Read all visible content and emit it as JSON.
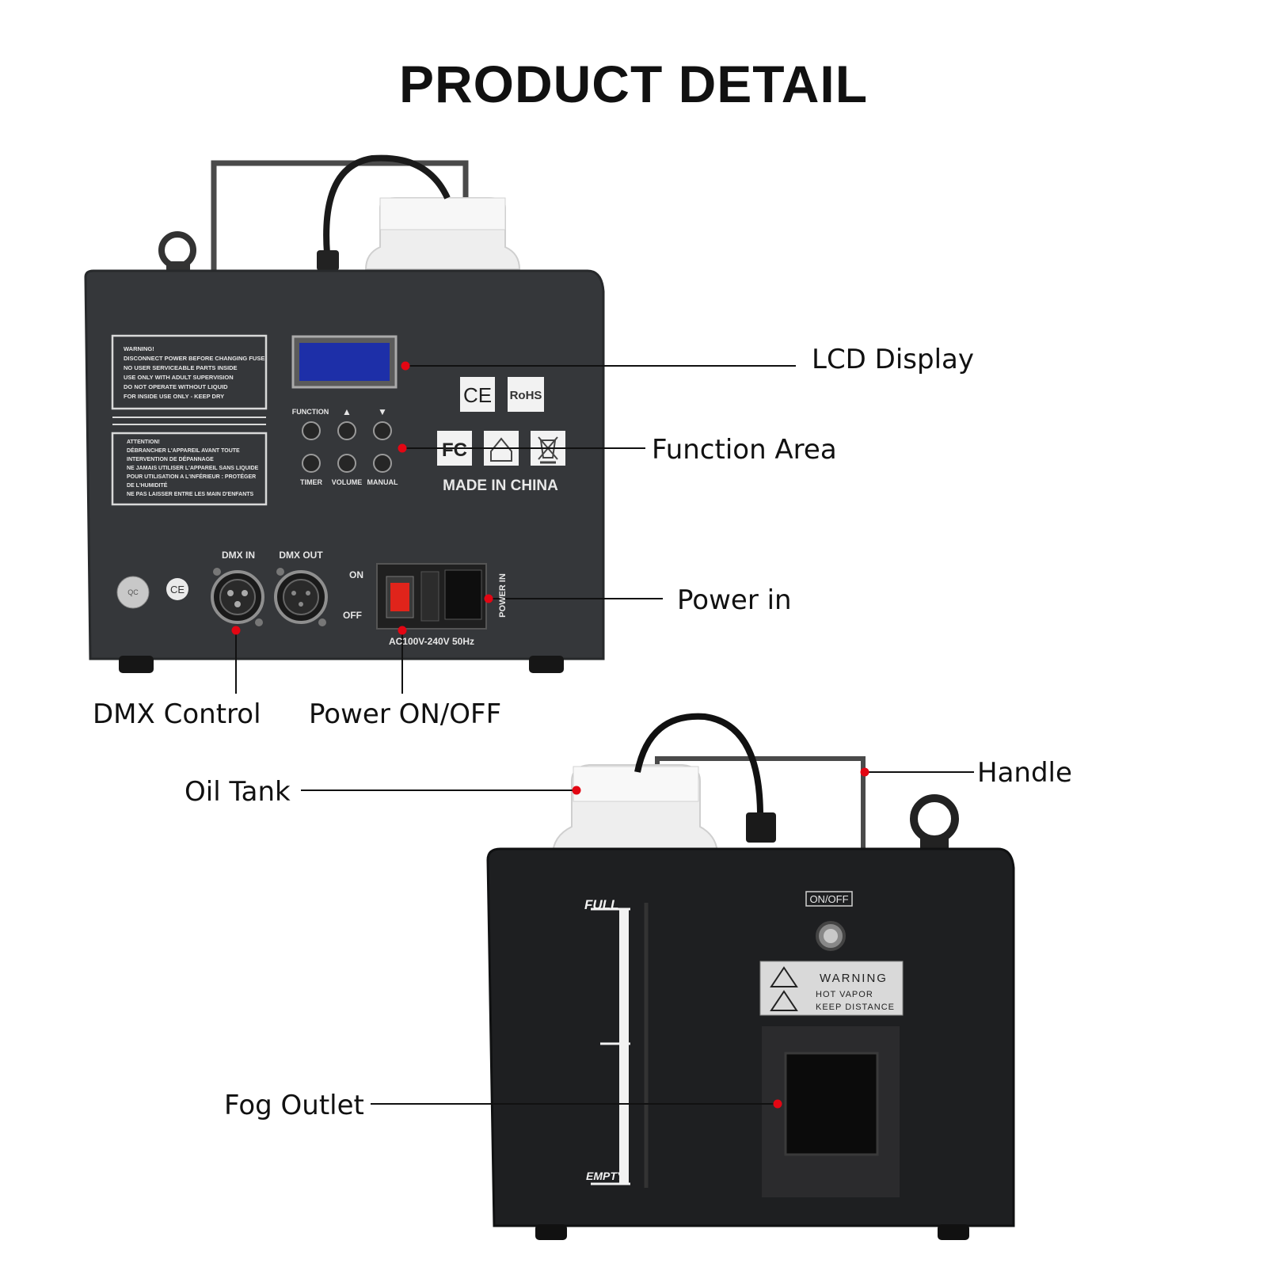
{
  "heading": "PRODUCT DETAIL",
  "callouts": {
    "lcd_display": "LCD Display",
    "function_area": "Function Area",
    "power_in": "Power in",
    "dmx_control": "DMX Control",
    "power_on_off": "Power ON/OFF",
    "oil_tank": "Oil Tank",
    "handle": "Handle",
    "fog_outlet": "Fog Outlet"
  },
  "rear_panel": {
    "warning_text": [
      "WARNING!",
      "DISCONNECT POWER BEFORE CHANGING FUSE",
      "NO USER SERVICEABLE PARTS INSIDE",
      "USE ONLY WITH ADULT SUPERVISION",
      "DO NOT OPERATE WITHOUT LIQUID",
      "FOR INSIDE USE ONLY - KEEP DRY"
    ],
    "attention_text": [
      "ATTENTION!",
      "DÉBRANCHER L'APPAREIL AVANT TOUTE",
      "INTERVENTION DE DÉPANNAGE",
      "NE JAMAIS UTILISER L'APPAREIL SANS LIQUIDE",
      "POUR UTILISATION A L'INFÉRIEUR : PROTÉGER",
      "DE L'HUMIDITÉ",
      "NE PAS LAISSER ENTRE LES MAIN D'ENFANTS"
    ],
    "btn_function": "FUNCTION",
    "btn_up": "▲",
    "btn_down": "▼",
    "btn_timer": "TIMER",
    "btn_volume": "VOLUME",
    "btn_manual": "MANUAL",
    "ce_mark": "CE",
    "rohs_mark": "RoHS",
    "fc_mark": "FC",
    "made_in": "MADE IN CHINA",
    "dmx_in": "DMX IN",
    "dmx_out": "DMX OUT",
    "switch_on": "ON",
    "switch_off": "OFF",
    "power_in_label": "POWER IN",
    "voltage": "AC100V-240V 50Hz",
    "qc_sticker": "QC"
  },
  "front_panel": {
    "level_full": "FULL",
    "level_empty": "EMPTY",
    "on_off": "ON/OFF",
    "warning_title": "WARNING",
    "warning_line1": "HOT VAPOR",
    "warning_line2": "KEEP DISTANCE"
  },
  "colors": {
    "panel": "#35373a",
    "panel_front": "#1e1f21",
    "lcd": "#1d2fa8",
    "marker": "#e30613"
  }
}
